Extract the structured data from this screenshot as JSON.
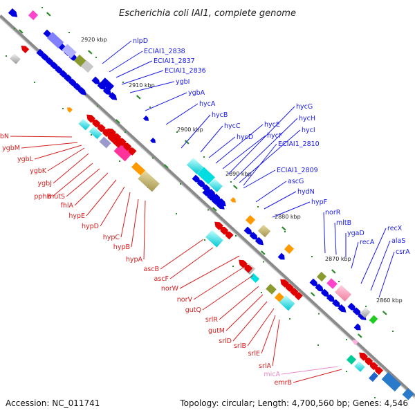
{
  "title": "Escherichia coli IAI1, complete genome",
  "footer": {
    "accession": "Accession: NC_011741",
    "summary": "Topology: circular; Length: 4,700,560 bp; Genes: 4,546"
  },
  "ticks": [
    {
      "label": "2920 kbp"
    },
    {
      "label": "2910 kbp"
    },
    {
      "label": "2900 kbp"
    },
    {
      "label": "2890 kbp"
    },
    {
      "label": "2880 kbp"
    },
    {
      "label": "2870 kbp"
    },
    {
      "label": "2860 kbp"
    }
  ],
  "top_labels": [
    {
      "text": "nlpD",
      "color": "#1a1ae6"
    },
    {
      "text": "ECIAI1_2838",
      "color": "#1a1ae6"
    },
    {
      "text": "ECIAI1_2837",
      "color": "#1a1ae6"
    },
    {
      "text": "ECIAI1_2836",
      "color": "#1a1ae6"
    },
    {
      "text": "ygbI",
      "color": "#1a1ae6"
    },
    {
      "text": "ygbA",
      "color": "#1a1ae6"
    },
    {
      "text": "hycA",
      "color": "#1a1ae6"
    },
    {
      "text": "hycB",
      "color": "#1a1ae6"
    },
    {
      "text": "hycC",
      "color": "#1a1ae6"
    },
    {
      "text": "hycD",
      "color": "#1a1ae6"
    },
    {
      "text": "hycE",
      "color": "#1a1ae6"
    },
    {
      "text": "hycF",
      "color": "#1a1ae6"
    },
    {
      "text": "hycG",
      "color": "#1a1ae6"
    },
    {
      "text": "hycH",
      "color": "#1a1ae6"
    },
    {
      "text": "hycI",
      "color": "#1a1ae6"
    },
    {
      "text": "ECIAI1_2810",
      "color": "#1a1ae6"
    },
    {
      "text": "ECIAI1_2809",
      "color": "#1a1ae6"
    },
    {
      "text": "ascG",
      "color": "#1a1ae6"
    },
    {
      "text": "hydN",
      "color": "#1a1ae6"
    },
    {
      "text": "hypF",
      "color": "#1a1ae6"
    },
    {
      "text": "norR",
      "color": "#1a1ae6"
    },
    {
      "text": "mltB",
      "color": "#1a1ae6"
    },
    {
      "text": "ygaD",
      "color": "#1a1ae6"
    },
    {
      "text": "recA",
      "color": "#1a1ae6"
    },
    {
      "text": "recX",
      "color": "#1a1ae6"
    },
    {
      "text": "alaS",
      "color": "#1a1ae6"
    },
    {
      "text": "csrA",
      "color": "#1a1ae6"
    }
  ],
  "bottom_labels": [
    {
      "text": "ygbN",
      "color": "#d42020"
    },
    {
      "text": "ygbM",
      "color": "#d42020"
    },
    {
      "text": "ygbL",
      "color": "#d42020"
    },
    {
      "text": "ygbK",
      "color": "#d42020"
    },
    {
      "text": "ygbJ",
      "color": "#d42020"
    },
    {
      "text": "pphB",
      "color": "#d42020"
    },
    {
      "text": "mutS",
      "color": "#d42020"
    },
    {
      "text": "fhlA",
      "color": "#d42020"
    },
    {
      "text": "hypE",
      "color": "#d42020"
    },
    {
      "text": "hypD",
      "color": "#d42020"
    },
    {
      "text": "hypC",
      "color": "#d42020"
    },
    {
      "text": "hypB",
      "color": "#d42020"
    },
    {
      "text": "hypA",
      "color": "#d42020"
    },
    {
      "text": "ascB",
      "color": "#d42020"
    },
    {
      "text": "ascF",
      "color": "#d42020"
    },
    {
      "text": "norW",
      "color": "#d42020"
    },
    {
      "text": "norV",
      "color": "#d42020"
    },
    {
      "text": "gutQ",
      "color": "#d42020"
    },
    {
      "text": "srlR",
      "color": "#d42020"
    },
    {
      "text": "gutM",
      "color": "#d42020"
    },
    {
      "text": "srlD",
      "color": "#d42020"
    },
    {
      "text": "srlB",
      "color": "#d42020"
    },
    {
      "text": "srlE",
      "color": "#d42020"
    },
    {
      "text": "srlA",
      "color": "#d42020"
    },
    {
      "text": "micA",
      "color": "#e88ac8"
    },
    {
      "text": "emrB",
      "color": "#d42020"
    }
  ],
  "colors": {
    "forward_gene": "#e00000",
    "reverse_gene": "#0000e0",
    "backbone": "#8a8a8a",
    "tick": "#2a8a2a",
    "forward_label": "#d42020",
    "reverse_label": "#1a1ae6",
    "rna_label": "#e88ac8"
  }
}
